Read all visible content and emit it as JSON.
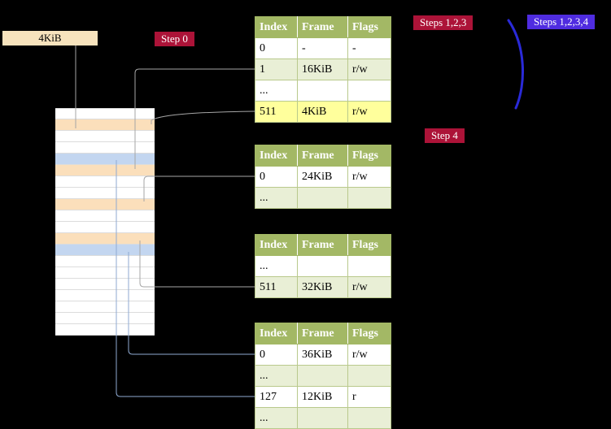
{
  "pointer_box": {
    "label": "4KiB"
  },
  "badges": {
    "step0": {
      "label": "Step 0",
      "color": "#ac1338"
    },
    "steps123": {
      "label": "Steps 1,2,3",
      "color": "#ac1338"
    },
    "steps1234": {
      "label": "Steps 1,2,3,4",
      "color": "#4f2ce0"
    },
    "step4": {
      "label": "Step 4",
      "color": "#ac1338"
    }
  },
  "memory_stack": {
    "rows": [
      "white",
      "peach",
      "white",
      "white",
      "blue",
      "peach",
      "white",
      "white",
      "peach",
      "white",
      "white",
      "peach",
      "blue",
      "white",
      "white",
      "white",
      "white",
      "white",
      "white",
      "white"
    ]
  },
  "tables": [
    {
      "name": "page-directory",
      "headers": [
        "Index",
        "Frame",
        "Flags"
      ],
      "rows": [
        {
          "cells": [
            "0",
            "-",
            "-"
          ],
          "bg": "white"
        },
        {
          "cells": [
            "1",
            "16KiB",
            "r/w"
          ],
          "bg": "green"
        },
        {
          "cells": [
            "...",
            "",
            ""
          ],
          "bg": "white"
        },
        {
          "cells": [
            "511",
            "4KiB",
            "r/w"
          ],
          "bg": "yellow"
        }
      ]
    },
    {
      "name": "page-table-2",
      "headers": [
        "Index",
        "Frame",
        "Flags"
      ],
      "rows": [
        {
          "cells": [
            "0",
            "24KiB",
            "r/w"
          ],
          "bg": "white"
        },
        {
          "cells": [
            "...",
            "",
            ""
          ],
          "bg": "green"
        }
      ]
    },
    {
      "name": "page-table-3",
      "headers": [
        "Index",
        "Frame",
        "Flags"
      ],
      "rows": [
        {
          "cells": [
            "...",
            "",
            ""
          ],
          "bg": "white"
        },
        {
          "cells": [
            "511",
            "32KiB",
            "r/w"
          ],
          "bg": "green"
        }
      ]
    },
    {
      "name": "page-table-4",
      "headers": [
        "Index",
        "Frame",
        "Flags"
      ],
      "rows": [
        {
          "cells": [
            "0",
            "36KiB",
            "r/w"
          ],
          "bg": "white"
        },
        {
          "cells": [
            "...",
            "",
            ""
          ],
          "bg": "green"
        },
        {
          "cells": [
            "127",
            "12KiB",
            "r"
          ],
          "bg": "white"
        },
        {
          "cells": [
            "...",
            "",
            ""
          ],
          "bg": "green"
        }
      ]
    }
  ],
  "colors": {
    "background": "#000000",
    "table_header_bg": "#a3b865",
    "row_green": "#e9efd6",
    "row_yellow": "#ffff9c",
    "stack_peach": "#fbdfbb",
    "stack_blue": "#c3d6f0",
    "pointer_box_bg": "#f7e3bd",
    "badge_red": "#ac1338",
    "badge_blue": "#4f2ce0",
    "arrow_blue": "#2a2ad8",
    "connector_gray": "#a6a6a6",
    "connector_lightblue": "#8faad2"
  }
}
